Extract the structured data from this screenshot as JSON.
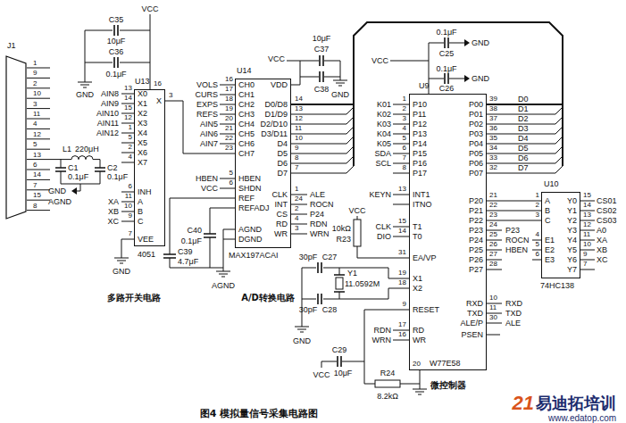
{
  "diagram": {
    "caption": "图4 模拟量信号采集电路图",
    "nodes": [
      {
        "text": [
          "J1"
        ]
      },
      {
        "text": [
          "U13",
          "4051"
        ]
      },
      {
        "text": [
          "U14",
          "MAX197ACAI"
        ]
      },
      {
        "text": [
          "U9",
          "W77E58"
        ]
      },
      {
        "text": [
          "U10",
          "74HC138"
        ]
      }
    ],
    "edges": [
      {
        "from": 1,
        "to": 2,
        "arrow": "none"
      },
      {
        "from": 2,
        "to": 3,
        "arrow": "none"
      },
      {
        "from": 3,
        "to": 4,
        "arrow": "none"
      }
    ],
    "labels": [
      "VCC",
      "C35",
      "10μF",
      "C36",
      "0.1μF",
      "GND",
      "16",
      "1",
      "9",
      "2",
      "10",
      "3",
      "11",
      "4",
      "12",
      "5",
      "13",
      "6",
      "14",
      "7",
      "15",
      "8",
      "AIN8",
      "AIN9",
      "AIN10",
      "AIN11",
      "AIN12",
      "XA",
      "XB",
      "XC",
      "13",
      "14",
      "15",
      "12",
      "1",
      "5",
      "2",
      "4",
      "6",
      "11",
      "10",
      "9",
      "7",
      "X0",
      "X1",
      "X2",
      "X3",
      "X4",
      "X5",
      "X6",
      "X7",
      "INH",
      "A",
      "B",
      "C",
      "VEE",
      "X",
      "3",
      "L1",
      "220μH",
      "C1",
      "0.1μF",
      "C2",
      "0.1μF",
      "GND",
      "AGND",
      "GND",
      "多路开关电路",
      "VOLS",
      "CURS",
      "EXPS",
      "REFS",
      "AIN5",
      "AIN6",
      "AIN7",
      "HBEN",
      "VCC",
      "16",
      "17",
      "18",
      "19",
      "20",
      "21",
      "22",
      "23",
      "5",
      "6",
      "CH0",
      "CH1",
      "CH2",
      "CH3",
      "CH4",
      "CH5",
      "CH6",
      "CH7",
      "HBEN",
      "SHDN",
      "REF",
      "REFADJ",
      "AGND",
      "DGND",
      "VDD",
      "D0/D8",
      "D1/D9",
      "D2/D10",
      "D3/D11",
      "D4",
      "D5",
      "D6",
      "D7",
      "CLK",
      "INT",
      "CS",
      "RD",
      "WR",
      "14",
      "13",
      "12",
      "11",
      "10",
      "9",
      "8",
      "7",
      "1",
      "24",
      "2",
      "4",
      "3",
      "ALE",
      "ROCN",
      "P24",
      "RDN",
      "WRN",
      "VCC",
      "10μF",
      "C37",
      "C38",
      "GND",
      "C40",
      "0.1μF",
      "C39",
      "4.7μF",
      "AGND",
      "A/D转换电路",
      "K01",
      "K02",
      "K03",
      "K04",
      "K05",
      "SDA",
      "SCL",
      "KEYN",
      "CLK",
      "DIO",
      "RDN",
      "WRN",
      "1",
      "2",
      "3",
      "4",
      "5",
      "6",
      "7",
      "8",
      "13",
      "15",
      "14",
      "31",
      "19",
      "18",
      "9",
      "17",
      "16",
      "P10",
      "P11",
      "P12",
      "P13",
      "P14",
      "P15",
      "P16",
      "P17",
      "INT1",
      "ITNO",
      "T1",
      "T0",
      "EA/VP",
      "X1",
      "X2",
      "RESET",
      "RD",
      "WR",
      "P00",
      "P01",
      "P02",
      "P03",
      "P04",
      "P05",
      "P06",
      "P07",
      "P20",
      "P21",
      "P22",
      "P23",
      "P24",
      "P25",
      "P26",
      "P27",
      "RXD",
      "TXD",
      "ALE/P",
      "PSEN",
      "39",
      "38",
      "37",
      "36",
      "35",
      "34",
      "33",
      "32",
      "21",
      "22",
      "23",
      "24",
      "25",
      "26",
      "27",
      "28",
      "10",
      "11",
      "30",
      "D0",
      "D1",
      "D2",
      "D3",
      "D4",
      "D5",
      "D6",
      "D7",
      "P23",
      "ROCN",
      "HBEN",
      "RXD",
      "TXD",
      "ALE",
      "20",
      "VCC",
      "0.1μF",
      "C25",
      "GND",
      "0.1μF",
      "C26",
      "GND",
      "VCC",
      "10kΩ",
      "R23",
      "30pF",
      "C27",
      "Y1",
      "11.0592M",
      "30pF",
      "C28",
      "GND",
      "C29",
      "10μF",
      "VCC",
      "R24",
      "8.2kΩ",
      "微控制器",
      "A",
      "B",
      "C",
      "E1",
      "E2",
      "E3",
      "1",
      "2",
      "3",
      "4",
      "5",
      "6",
      "Y0",
      "Y1",
      "Y2",
      "Y3",
      "Y4",
      "Y5",
      "Y6",
      "Y7",
      "15",
      "14",
      "13",
      "12",
      "11",
      "10",
      "9",
      "7",
      "CS01",
      "CS02",
      "CS03",
      "A0",
      "XA",
      "XB",
      "XC",
      "21",
      "易迪拓培训",
      "www.edatop.com"
    ]
  }
}
